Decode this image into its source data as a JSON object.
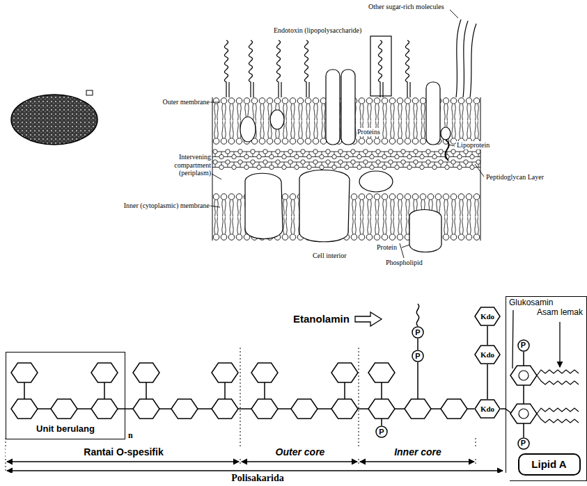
{
  "diagram": {
    "nodes": [
      {
        "text": [
          "Unit berulang"
        ]
      },
      {
        "text": [
          "Kdo"
        ]
      },
      {
        "text": [
          "Kdo"
        ]
      },
      {
        "text": [
          "Kdo"
        ]
      },
      {
        "text": [
          "P"
        ]
      },
      {
        "text": [
          "P"
        ]
      },
      {
        "text": [
          "P"
        ]
      },
      {
        "text": [
          "Glukosamin",
          "Asam lemak"
        ]
      },
      {
        "text": [
          "P"
        ],
        "in": 7
      },
      {
        "text": [
          "P"
        ],
        "in": 7
      },
      {
        "text": [
          "Lipid A"
        ],
        "in": 7
      }
    ],
    "edges": [
      {
        "from": 1,
        "to": 2,
        "arrow": "none"
      },
      {
        "from": 2,
        "to": 3,
        "arrow": "none"
      },
      {
        "from": 3,
        "to": 7,
        "arrow": "none"
      },
      {
        "from": 4,
        "to": 5,
        "arrow": "none"
      }
    ],
    "labels": [
      "Other sugar-rich molecules",
      "Endotoxin (lipopolysaccharide)",
      "Outer membrane",
      "Proteins",
      "Lipoprotein",
      "Intervening compartment (periplasm)",
      "Peptidoglycan Layer",
      "Inner (cytoplasmic) membrane",
      "Protein",
      "Cell interior",
      "Phospholipid",
      "Etanolamin",
      "n",
      "Rantai O-spesifik",
      "Outer core",
      "Inner core",
      "Polisakarida"
    ]
  }
}
